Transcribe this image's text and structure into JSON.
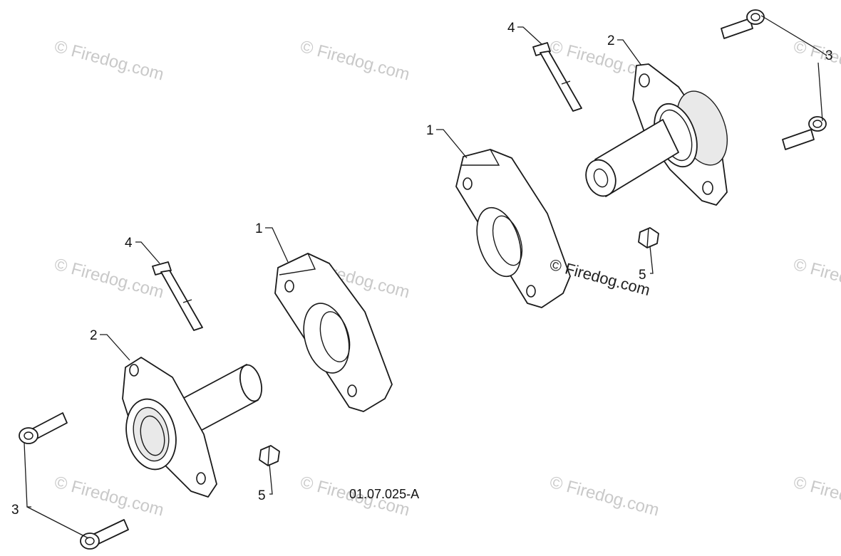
{
  "callouts": {
    "spacer": "1",
    "housing": "2",
    "flange_bolt": "3",
    "bolt": "4",
    "nut": "5"
  },
  "drawing_code": "01.07.025-A",
  "watermark": "© Firedog.com"
}
